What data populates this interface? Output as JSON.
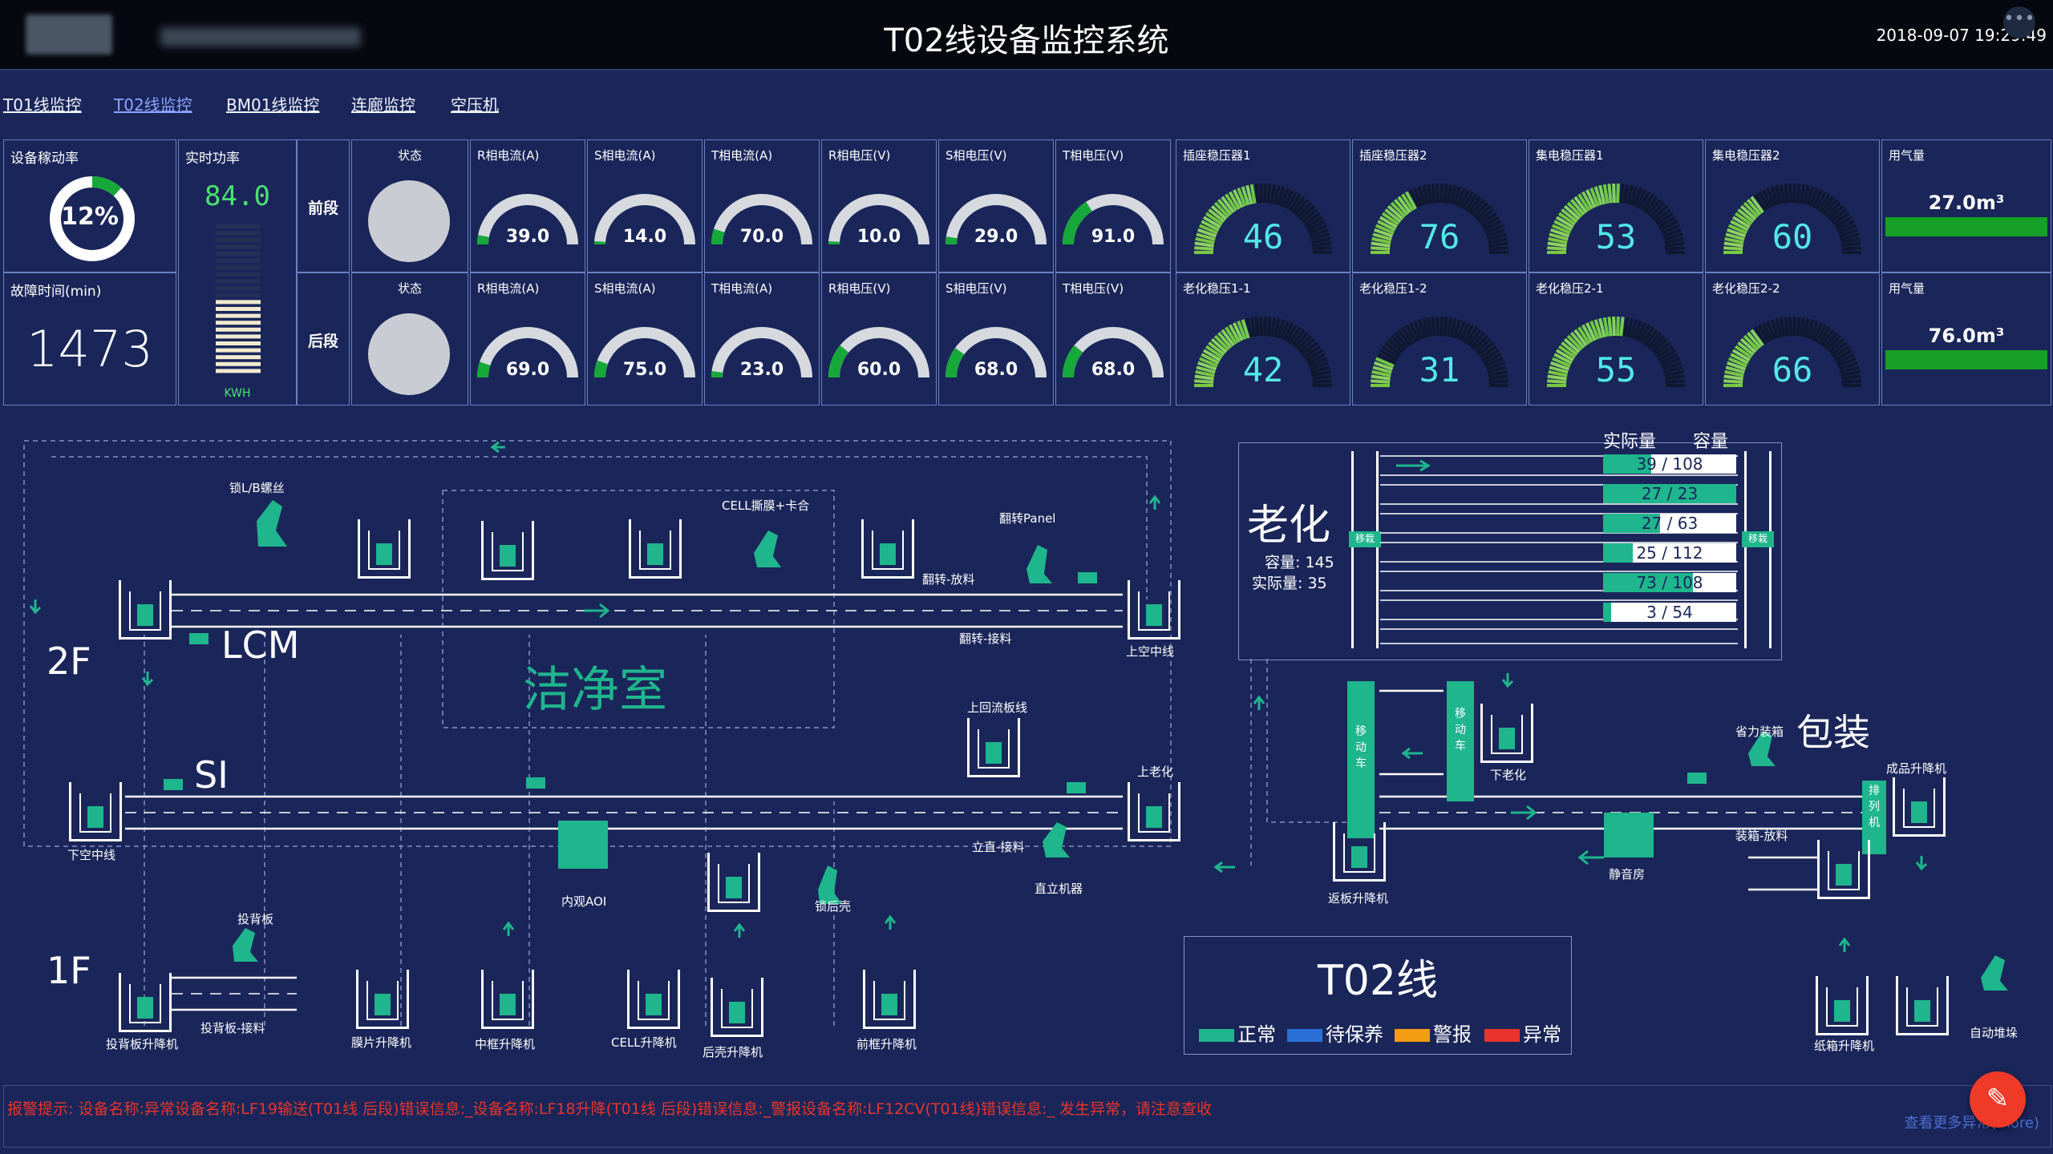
{
  "header": {
    "title": "T02线设备监控系统",
    "datetime": "2018-09-07 19:29:49"
  },
  "nav": {
    "tabs": [
      {
        "label": "T01线监控",
        "active": false
      },
      {
        "label": "T02线监控",
        "active": true
      },
      {
        "label": "BM01线监控",
        "active": false
      },
      {
        "label": "连廊监控",
        "active": false
      },
      {
        "label": "空压机",
        "active": false
      }
    ]
  },
  "kpi": {
    "utilization": {
      "label": "设备稼动率",
      "value": "12%",
      "fraction": 0.12
    },
    "fault_time": {
      "label": "故障时间(min)",
      "value": "1473"
    },
    "power": {
      "label": "实时功率",
      "value": "84.0",
      "unit": "KWH",
      "fill_fraction": 0.5
    }
  },
  "segments": [
    {
      "name": "前段",
      "status_label": "状态",
      "meters": [
        {
          "label": "R相电流(A)",
          "value": "39.0",
          "fraction": 0.06
        },
        {
          "label": "S相电流(A)",
          "value": "14.0",
          "fraction": 0.02
        },
        {
          "label": "T相电流(A)",
          "value": "70.0",
          "fraction": 0.1
        },
        {
          "label": "R相电压(V)",
          "value": "10.0",
          "fraction": 0.02
        },
        {
          "label": "S相电压(V)",
          "value": "29.0",
          "fraction": 0.05
        },
        {
          "label": "T相电压(V)",
          "value": "91.0",
          "fraction": 0.32
        }
      ],
      "stabilizers": [
        {
          "label": "插座稳压器1",
          "value": "46",
          "fraction": 0.46
        },
        {
          "label": "插座稳压器2",
          "value": "76",
          "fraction": 0.35
        },
        {
          "label": "集电稳压器1",
          "value": "53",
          "fraction": 0.53
        },
        {
          "label": "集电稳压器2",
          "value": "60",
          "fraction": 0.3
        }
      ],
      "gas": {
        "label": "用气量",
        "value": "27.0m³"
      }
    },
    {
      "name": "后段",
      "status_label": "状态",
      "meters": [
        {
          "label": "R相电流(A)",
          "value": "69.0",
          "fraction": 0.1
        },
        {
          "label": "S相电流(A)",
          "value": "75.0",
          "fraction": 0.11
        },
        {
          "label": "T相电流(A)",
          "value": "23.0",
          "fraction": 0.04
        },
        {
          "label": "R相电压(V)",
          "value": "60.0",
          "fraction": 0.22
        },
        {
          "label": "S相电压(V)",
          "value": "68.0",
          "fraction": 0.2
        },
        {
          "label": "T相电压(V)",
          "value": "68.0",
          "fraction": 0.22
        }
      ],
      "stabilizers": [
        {
          "label": "老化稳压1-1",
          "value": "42",
          "fraction": 0.42
        },
        {
          "label": "老化稳压1-2",
          "value": "31",
          "fraction": 0.14
        },
        {
          "label": "老化稳压2-1",
          "value": "55",
          "fraction": 0.55
        },
        {
          "label": "老化稳压2-2",
          "value": "66",
          "fraction": 0.3
        }
      ],
      "gas": {
        "label": "用气量",
        "value": "76.0m³"
      }
    }
  ],
  "diagram": {
    "floors": {
      "second": "2F",
      "first": "1F"
    },
    "areas": {
      "lcm": "LCM",
      "cleanroom": "洁净室",
      "si": "SI",
      "aging": "老化",
      "packing": "包装"
    },
    "labels": {
      "lock_b_screw": "锁L/B螺丝",
      "cell_tape": "CELL撕膜+卡合",
      "flip_panel": "翻转Panel",
      "flip_unload": "翻转-放料",
      "flip_load": "翻转-接料",
      "upper_middle": "上空中线",
      "lower_middle": "下空中线",
      "upper_return": "上回流板线",
      "upper_aging": "上老化",
      "vertical_load": "立直-接料",
      "vertical_robot": "直立机器",
      "inner_aoi": "内观AOI",
      "lock_rear": "锁后壳",
      "backplate": "投背板",
      "backplate_load": "投背板-接料",
      "backplate_lift": "投背板升降机",
      "film_lift": "膜片升降机",
      "middle_frame_lift": "中框升降机",
      "cell_lift": "CELL升降机",
      "rear_shell_lift": "后壳升降机",
      "front_frame_lift": "前框升降机",
      "lower_aging": "下老化",
      "return_lift": "返板升降机",
      "mobile_cart": "移动车",
      "mobile_cart_2": "移动车",
      "assist_packing": "省力装箱",
      "packing_unload": "装箱-放料",
      "silent_room": "静音房",
      "product_lift": "成品升降机",
      "arrange_machine": "排列机",
      "carton_lift": "纸箱升降机",
      "auto_stack": "自动堆垛",
      "shift_left": "移栽",
      "shift_right": "移栽"
    },
    "aging": {
      "title": "老化",
      "actual_header": "实际量",
      "capacity_header": "容量",
      "capacity_label": "容量: 145",
      "actual_label": "实际量: 35",
      "rows": [
        {
          "text": "39 / 108",
          "actual": 39,
          "capacity": 108
        },
        {
          "text": "27 / 23",
          "actual": 27,
          "capacity": 23
        },
        {
          "text": "27 / 63",
          "actual": 27,
          "capacity": 63
        },
        {
          "text": "25 / 112",
          "actual": 25,
          "capacity": 112
        },
        {
          "text": "73 / 108",
          "actual": 73,
          "capacity": 108
        },
        {
          "text": "3 / 54",
          "actual": 3,
          "capacity": 54
        }
      ]
    },
    "line_box": {
      "title": "T02线",
      "legend": [
        {
          "label": "正常",
          "color": "#1fb58d"
        },
        {
          "label": "待保养",
          "color": "#2a6fd6"
        },
        {
          "label": "警报",
          "color": "#f39c12"
        },
        {
          "label": "异常",
          "color": "#e8342c"
        }
      ]
    }
  },
  "alert": {
    "text": "报警提示:   设备名称:异常设备名称:LF19输送(T01线 后段)错误信息:_设备名称:LF18升降(T01线 后段)错误信息:_警报设备名称:LF12CV(T01线)错误信息:_ 发生异常，请注意查收",
    "more_label": "查看更多异常(more)"
  },
  "colors": {
    "background": "#1a2659",
    "accent_green": "#1fb58d",
    "gauge_bright": "#17c22c",
    "gauge_dark": "#0b6d1a"
  }
}
